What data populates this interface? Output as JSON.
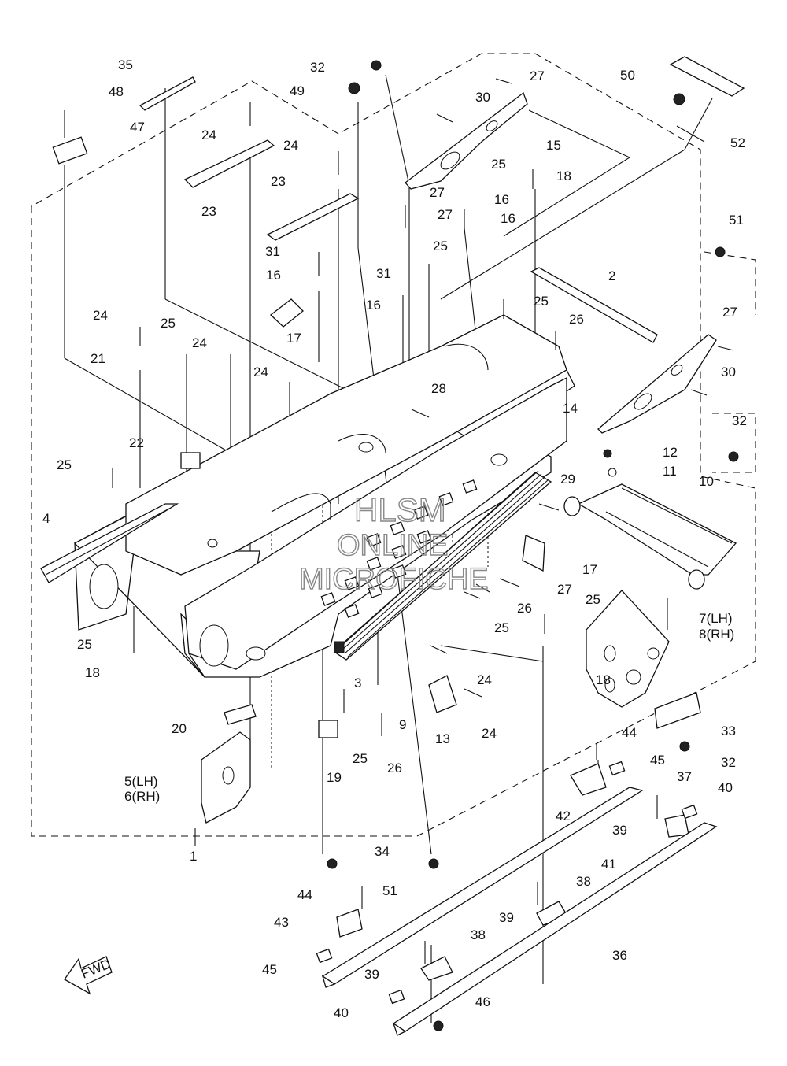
{
  "watermark": [
    "HLSM",
    "ONLINE",
    "MICROFICHE"
  ],
  "fwd_label": "FWD",
  "callouts": [
    "35",
    "48",
    "47",
    "24",
    "24",
    "23",
    "23",
    "32",
    "49",
    "27",
    "30",
    "15",
    "25",
    "18",
    "50",
    "52",
    "27",
    "16",
    "27",
    "16",
    "25",
    "31",
    "16",
    "17",
    "31",
    "16",
    "2",
    "51",
    "24",
    "25",
    "24",
    "21",
    "24",
    "25",
    "26",
    "27",
    "30",
    "28",
    "14",
    "22",
    "25",
    "4",
    "32",
    "12",
    "11",
    "10",
    "29",
    "17",
    "27",
    "26",
    "25",
    "25",
    "7(LH)",
    "8(RH)",
    "25",
    "18",
    "18",
    "3",
    "24",
    "9",
    "13",
    "24",
    "20",
    "25",
    "26",
    "19",
    "33",
    "32",
    "44",
    "45",
    "5(LH)",
    "6(RH)",
    "42",
    "37",
    "40",
    "39",
    "41",
    "1",
    "34",
    "51",
    "44",
    "38",
    "43",
    "39",
    "36",
    "38",
    "45",
    "39",
    "40",
    "46"
  ]
}
